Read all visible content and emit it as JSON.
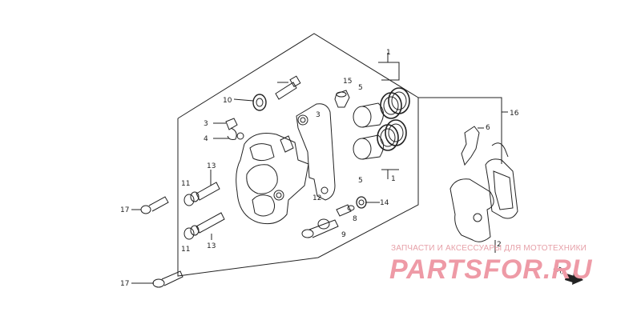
{
  "callouts": {
    "n1_top": "1",
    "n1_bot": "1",
    "n2": "2",
    "n3": "3",
    "n4": "4",
    "n5_top": "5",
    "n5_bot": "5",
    "n6": "6",
    "n8": "8",
    "n9": "9",
    "n10": "10",
    "n11_top": "11",
    "n11_bot": "11",
    "n12": "12",
    "n13_top": "13",
    "n13_bot": "13",
    "n14": "14",
    "n15": "15",
    "n16": "16",
    "n17_top": "17",
    "n17_bot": "17",
    "fr": "FR."
  },
  "watermark": {
    "tagline": "ЗАПЧАСТИ И АКСЕССУАРЫ ДЛЯ МОТОТЕХНИКИ",
    "logo": "PARTSFOR.RU",
    "color": "#ee9aa6"
  }
}
